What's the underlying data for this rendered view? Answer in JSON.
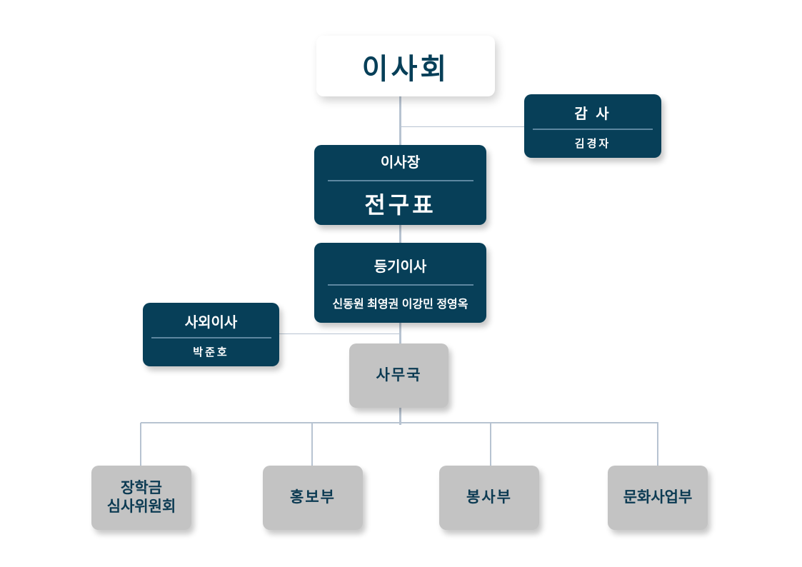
{
  "board": {
    "label": "이사회"
  },
  "auditor": {
    "title": "감 사",
    "name": "김경자"
  },
  "chairman": {
    "title": "이사장",
    "name": "전구표"
  },
  "registered_directors": {
    "title": "등기이사",
    "names": "신동원 최영권 이강민 정영옥"
  },
  "outside_director": {
    "title": "사외이사",
    "name": "박준호"
  },
  "secretariat": {
    "label": "사무국"
  },
  "departments": [
    {
      "line1": "장학금",
      "line2": "심사위원회"
    },
    {
      "line1": "홍보부"
    },
    {
      "line1": "봉사부"
    },
    {
      "line1": "문화사업부"
    }
  ],
  "colors": {
    "dark": "#073f58",
    "gray": "#c3c3c3",
    "connector": "#b7c3d1"
  }
}
